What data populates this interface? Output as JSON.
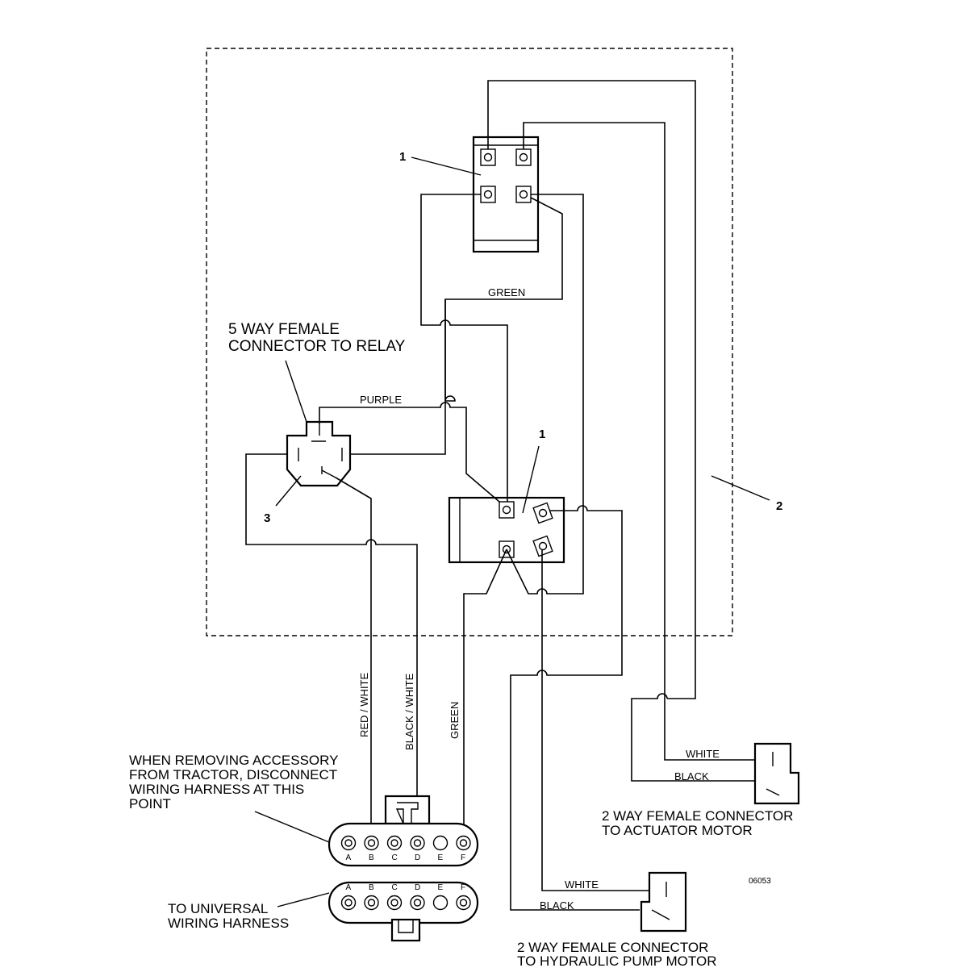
{
  "callouts": {
    "relay_top": "1",
    "relay_bottom": "1",
    "enclosure": "2",
    "connector": "3"
  },
  "labels": {
    "five_way_connector": [
      "5 WAY FEMALE",
      "CONNECTOR TO RELAY"
    ],
    "wire_green_top": "GREEN",
    "wire_purple": "PURPLE",
    "wire_red_white": "RED / WHITE",
    "wire_black_white": "BLACK / WHITE",
    "wire_green_bottom": "GREEN",
    "actuator_white": "WHITE",
    "actuator_black": "BLACK",
    "pump_white": "WHITE",
    "pump_black": "BLACK",
    "removing_note": [
      "WHEN REMOVING ACCESSORY",
      "FROM TRACTOR, DISCONNECT",
      "WIRING HARNESS AT THIS",
      "POINT"
    ],
    "universal_note": [
      "TO UNIVERSAL",
      "WIRING HARNESS"
    ],
    "actuator_connector": [
      "2 WAY FEMALE CONNECTOR",
      "TO ACTUATOR MOTOR"
    ],
    "pump_connector": [
      "2 WAY FEMALE CONNECTOR",
      "TO HYDRAULIC PUMP MOTOR"
    ],
    "figure_code": "06053"
  },
  "harness_pins": [
    "A",
    "B",
    "C",
    "D",
    "E",
    "F"
  ]
}
